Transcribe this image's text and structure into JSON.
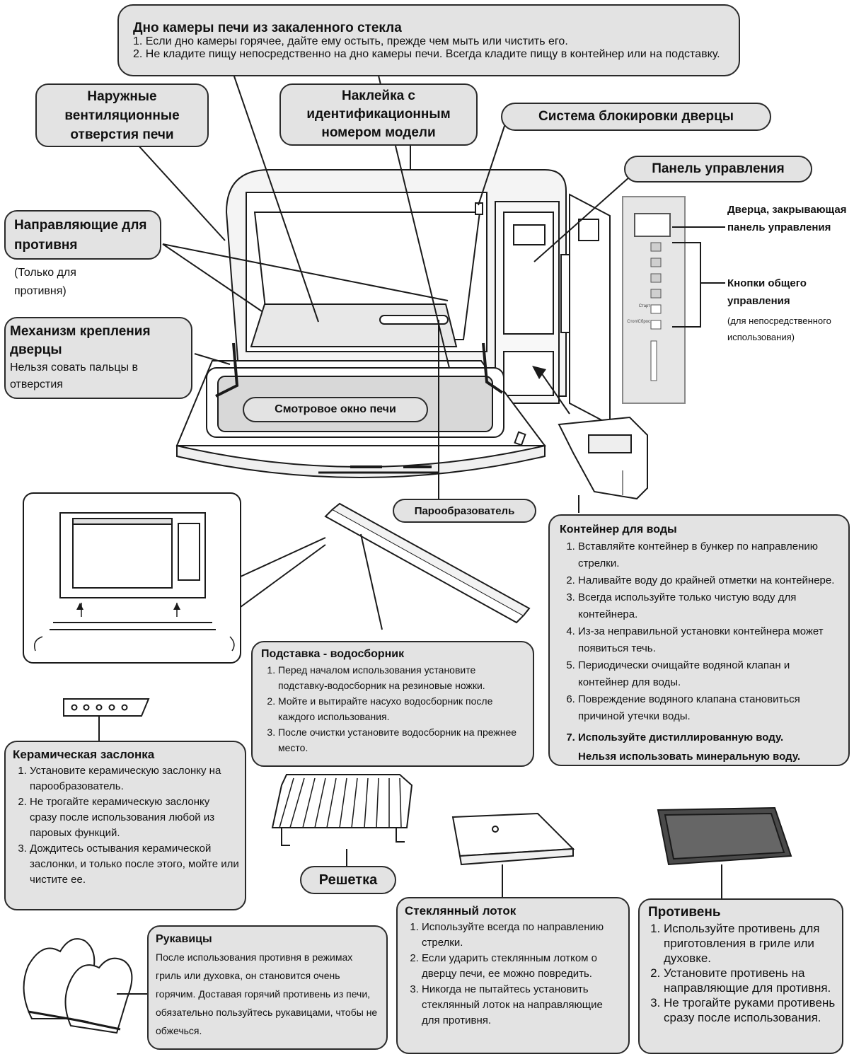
{
  "glass_floor": {
    "title": "Дно камеры печи из закаленного стекла",
    "items": [
      "Если дно камеры горячее, дайте ему остыть, прежде чем мыть или чистить его.",
      "Не кладите пищу непосредственно на дно камеры печи. Всегда кладите пищу в контейнер или на подставку."
    ]
  },
  "outer_vents": "Наружные вентиляционные отверстия печи",
  "model_label": "Наклейка с идентификационным номером модели",
  "door_lock": "Система блокировки дверцы",
  "control_panel": "Панель управления",
  "tray_guides": {
    "title": "Направляющие для противня",
    "note": "(Только для противня)"
  },
  "door_hinge": {
    "title": "Механизм крепления дверцы",
    "text": "Нельзя совать пальцы в отверстия"
  },
  "viewing_window": "Смотровое окно печи",
  "steam_generator": "Парообразователь",
  "panel_cover": "Дверца, закрывающая панель управления",
  "general_buttons": {
    "title": "Кнопки общего управления",
    "note": "(для непосредственного использования)"
  },
  "water_container": {
    "title": "Контейнер для воды",
    "items": [
      "Вставляйте контейнер в бункер по направлению стрелки.",
      "Наливайте воду до крайней отметки на контейнере.",
      "Всегда используйте только чистую воду для контейнера.",
      "Из-за неправильной установки контейнера может появиться течь.",
      "Периодически очищайте водяной клапан  и контейнер для воды.",
      "Повреждение водяного клапана становиться причиной утечки воды."
    ],
    "item7_bold_a": "Используйте дистиллированную воду.",
    "item7_bold_b": "Нельзя использовать минеральную воду."
  },
  "drip_tray": {
    "title": "Подставка - водосборник",
    "items": [
      "Перед началом использования установите подставку-водосборник на резиновые ножки.",
      "Мойте и вытирайте насухо водосборник после каждого использования.",
      "После очистки установите водосборник на прежнее место."
    ]
  },
  "ceramic_damper": {
    "title": "Керамическая заслонка",
    "items": [
      "Установите керамическую заслонку на парообразователь.",
      "Не трогайте керамическую заслонку сразу после использования любой из паровых функций.",
      "Дождитесь остывания керамической заслонки, и только после этого, мойте или чистите ее."
    ]
  },
  "rack": "Решетка",
  "glass_tray": {
    "title": "Стеклянный лоток",
    "items": [
      "Используйте всегда по направлению стрелки.",
      "Если ударить стеклянным лотком о дверцу печи, ее можно повредить.",
      "Никогда не пытайтесь установить стеклянный лоток на направляющие для противня."
    ]
  },
  "baking_tray": {
    "title": "Противень",
    "items": [
      "Используйте противень для приготовления в гриле или духовке.",
      "Установите противень на направляющие для противня.",
      "Не трогайте руками противень сразу после использования."
    ]
  },
  "mittens": {
    "title": "Рукавицы",
    "text": "После использования противня в режимах гриль или  духовка, он становится очень горячим. Доставая горячий противень из печи, обязательно пользуйтесь рукавицами, чтобы не обжечься."
  },
  "panel_strip_labels": [
    "Старт",
    "Стоп/Сброс"
  ]
}
